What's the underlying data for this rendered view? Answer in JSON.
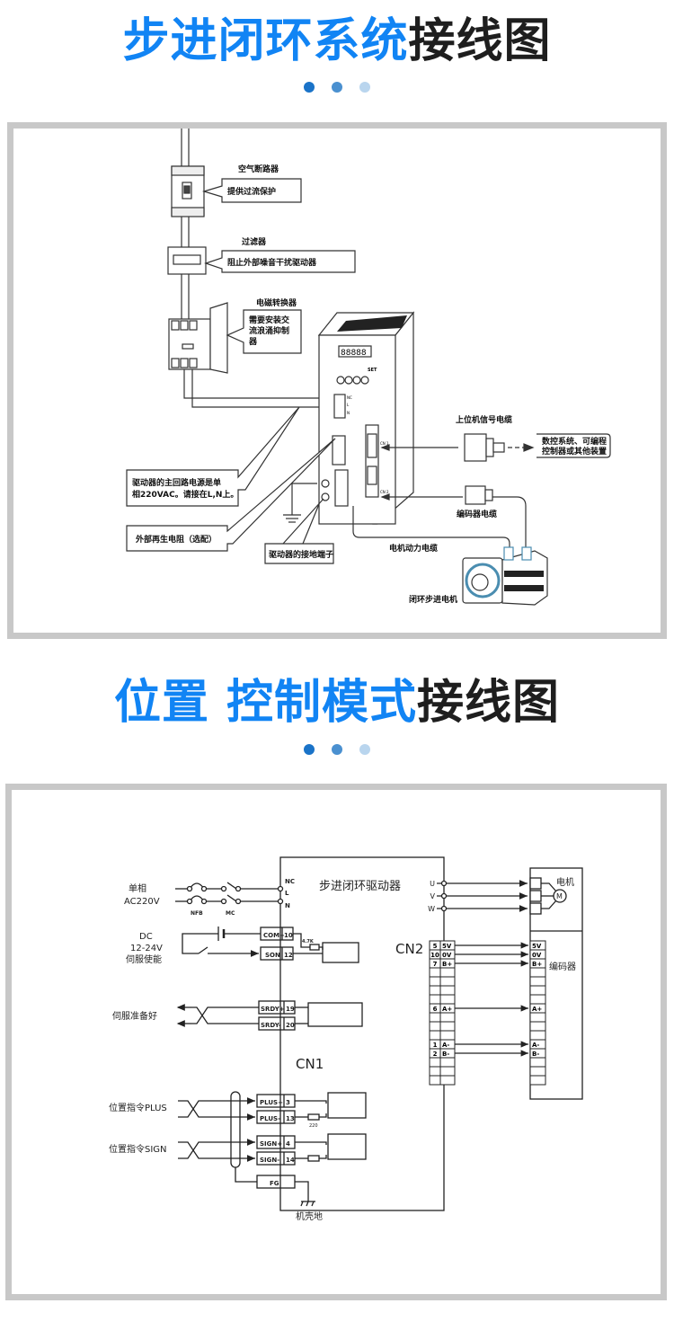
{
  "section1": {
    "title_blue": "步进闭环系统",
    "title_dark": "接线图",
    "dot_colors": [
      "#1a73c8",
      "#4a90d0",
      "#b9d5ee"
    ],
    "labels": {
      "breaker_title": "空气断路器",
      "breaker_note": "提供过流保护",
      "filter_title": "过滤器",
      "filter_note": "阻止外部噪音干扰驱动器",
      "contactor_title": "电磁转换器",
      "contactor_note_1": "需要安装交",
      "contactor_note_2": "流浪涌抑制",
      "contactor_note_3": "器",
      "power_note_1": "驱动器的主回路电源是单",
      "power_note_2": "相220VAC。请接在L,N上。",
      "regen_note": "外部再生电阻（选配）",
      "ground_note": "驱动器的接地端子",
      "host_cable": "上位机信号电缆",
      "host_device_1": "数控系统、可编程",
      "host_device_2": "控制器或其他装置",
      "encoder_cable": "编码器电缆",
      "motor_cable": "电机动力电缆",
      "motor": "闭环步进电机",
      "display": "88888",
      "set_key": "SET",
      "cn1": "CN 1",
      "cn2": "CN 2",
      "nc": "NC",
      "l": "L",
      "n": "N"
    }
  },
  "section2": {
    "title_blue": "位置 控制模式",
    "title_dark": "接线图",
    "dot_colors": [
      "#1a73c8",
      "#4a90d0",
      "#b9d5ee"
    ],
    "driver_title": "步进闭环驱动器",
    "power": {
      "label_1": "单相",
      "label_2": "AC220V",
      "nfb": "NFB",
      "mc": "MC",
      "nc": "NC",
      "l": "L",
      "n": "N"
    },
    "enable": {
      "label_1": "DC",
      "label_2": "12-24V",
      "label_3": "伺服使能",
      "resistor": "4.7K",
      "com_pin": "COM+",
      "com_no": "10",
      "son_pin": "SON",
      "son_no": "12"
    },
    "ready": {
      "label": "伺服准备好",
      "p_pin": "SRDY+",
      "p_no": "19",
      "n_pin": "SRDY-",
      "n_no": "20"
    },
    "cn1_label": "CN1",
    "cn2_label": "CN2",
    "plus": {
      "label": "位置指令PLUS",
      "p_pin": "PLUS+",
      "p_no": "3",
      "n_pin": "PLUS-",
      "n_no": "13",
      "resistor": "220"
    },
    "sign": {
      "label": "位置指令SIGN",
      "p_pin": "SIGN+",
      "p_no": "4",
      "n_pin": "SIGN-",
      "n_no": "14"
    },
    "fg": "FG",
    "chassis_ground": "机壳地",
    "motor_outputs": [
      "U",
      "V",
      "W"
    ],
    "motor_label": "电机",
    "motor_symbol": "M",
    "encoder_label": "编码器",
    "cn2_pins": [
      {
        "no": "5",
        "name": "5V"
      },
      {
        "no": "10",
        "name": "0V"
      },
      {
        "no": "7",
        "name": "B+"
      },
      {
        "no": "",
        "name": ""
      },
      {
        "no": "",
        "name": ""
      },
      {
        "no": "",
        "name": ""
      },
      {
        "no": "",
        "name": ""
      },
      {
        "no": "6",
        "name": "A+"
      },
      {
        "no": "",
        "name": ""
      },
      {
        "no": "",
        "name": ""
      },
      {
        "no": "",
        "name": ""
      },
      {
        "no": "1",
        "name": "A-"
      },
      {
        "no": "2",
        "name": "B-"
      },
      {
        "no": "",
        "name": ""
      },
      {
        "no": "",
        "name": ""
      },
      {
        "no": "",
        "name": ""
      }
    ]
  }
}
